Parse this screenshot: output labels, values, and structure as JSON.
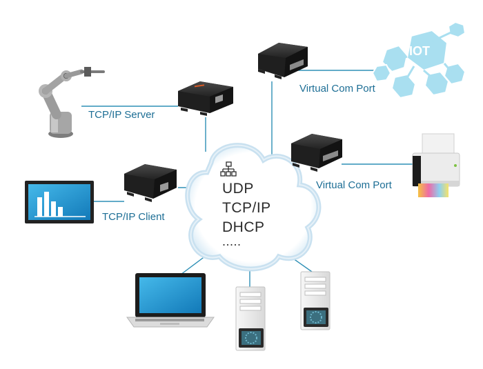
{
  "labels": {
    "tcp_server": "TCP/IP Server",
    "tcp_client": "TCP/IP Client",
    "vcom_top": "Virtual Com Port",
    "vcom_mid": "Virtual Com Port"
  },
  "protocols": {
    "udp": "UDP",
    "tcpip": "TCP/IP",
    "dhcp": "DHCP",
    "more": "....."
  },
  "iot_label": "IOT",
  "colors": {
    "line": "#2d8fb5",
    "label": "#1d6e95",
    "cloud_edge": "#cfe4f2",
    "iot": "#a9dff0",
    "device": "#2b2b2b",
    "screen": "#1f95d6"
  },
  "icons": [
    "network-topology-icon",
    "robot-arm-icon",
    "monitor-chart-icon",
    "printer-icon",
    "laptop-icon",
    "server-tower-icon",
    "iot-hexagon-icon"
  ]
}
